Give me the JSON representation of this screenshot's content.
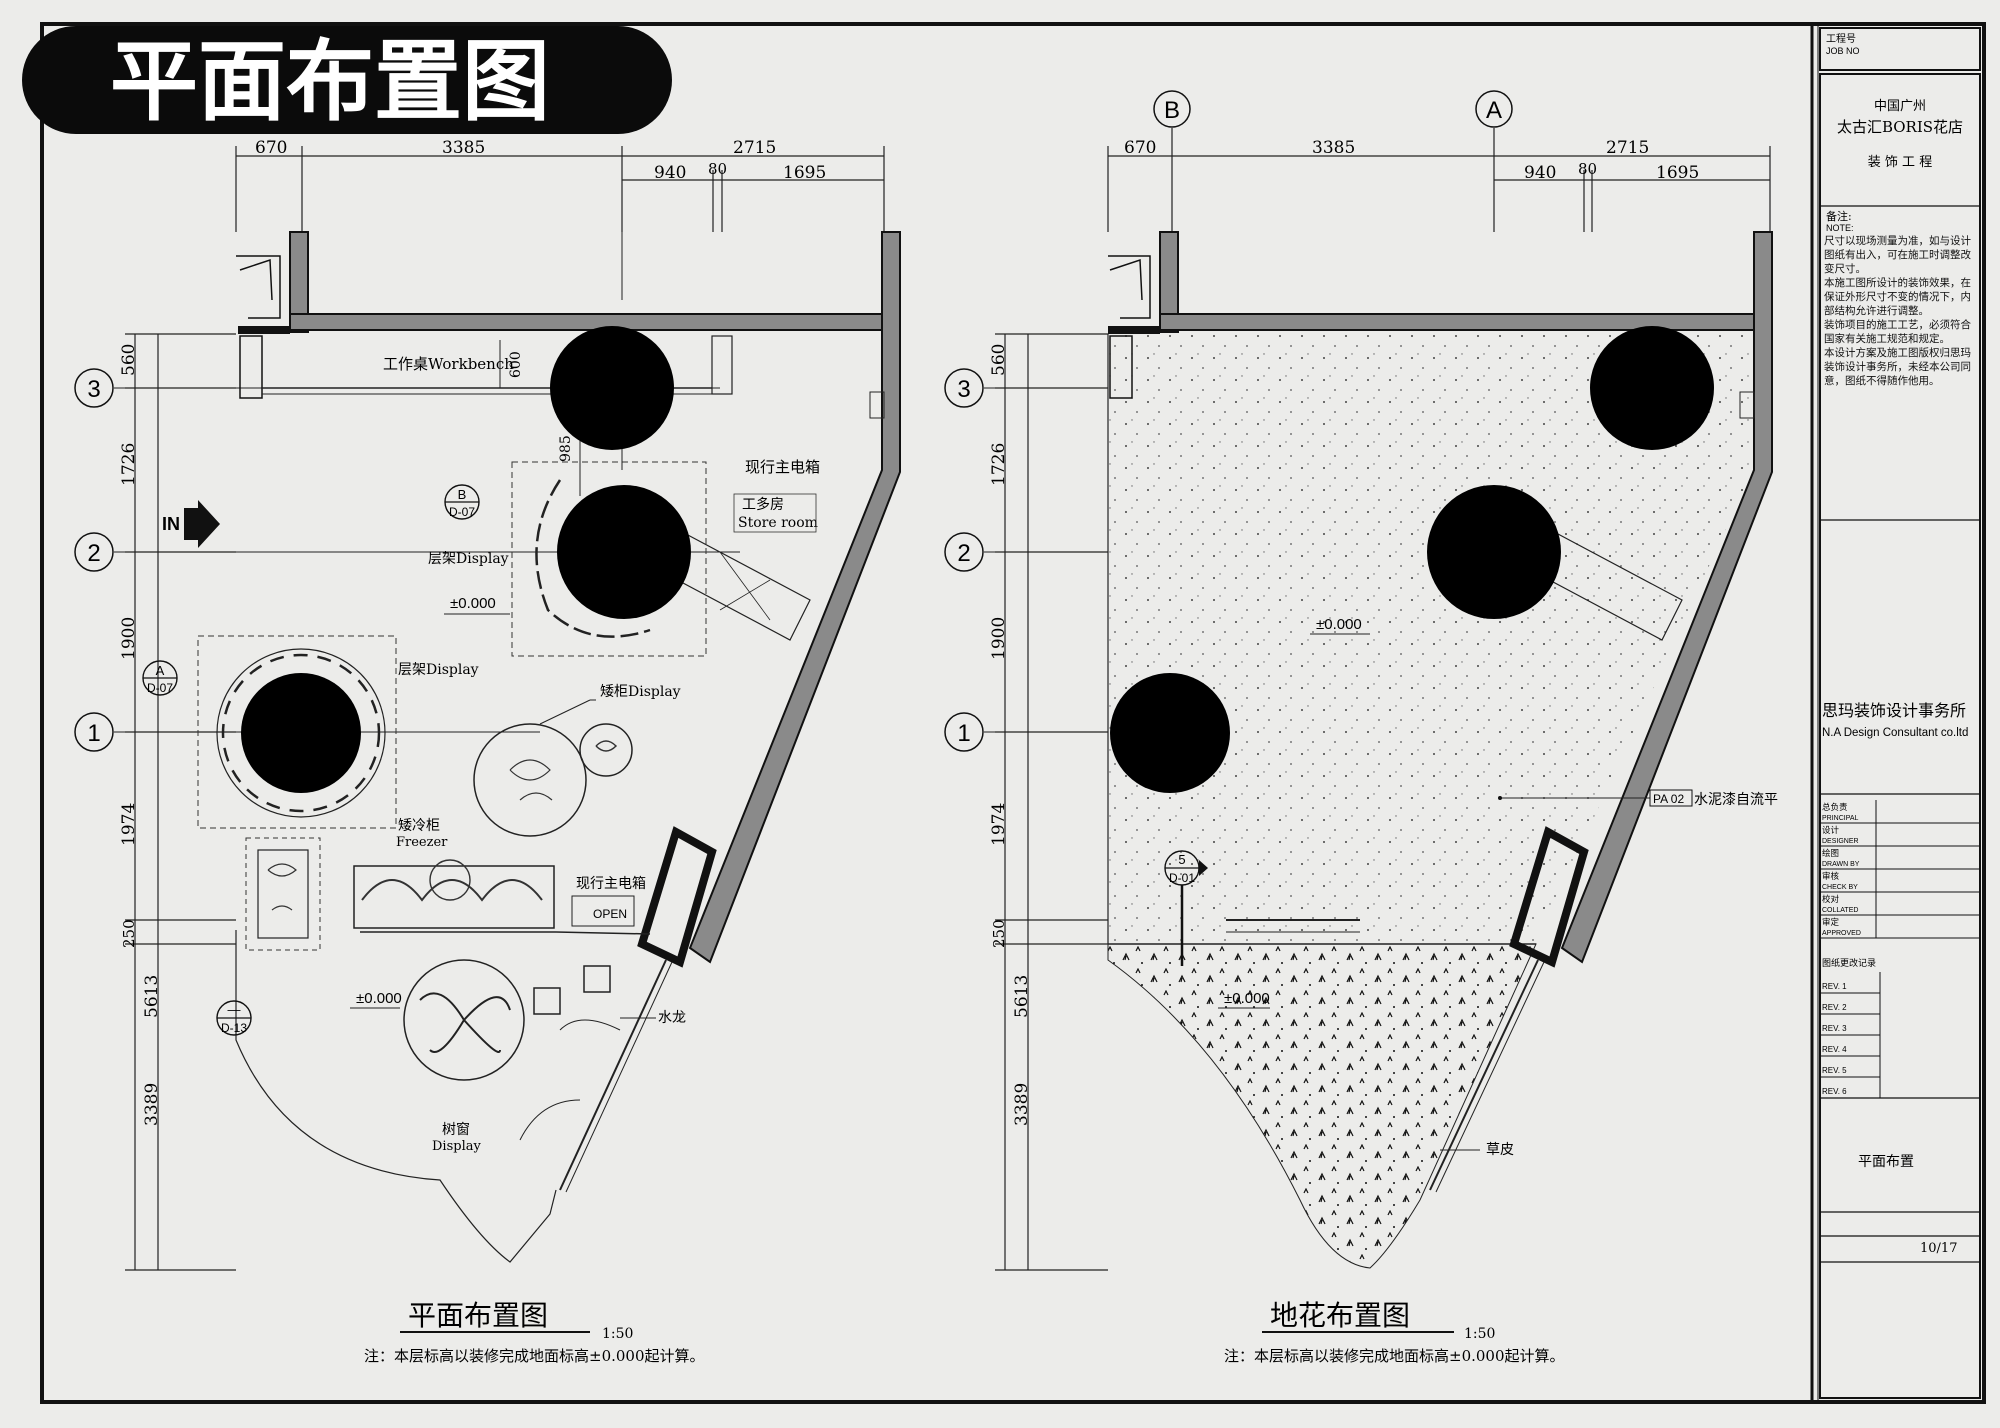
{
  "title_badge": {
    "text": "平面布置图"
  },
  "plans": {
    "left": {
      "title": "平面布置图",
      "scale": "1:50",
      "note": "注：本层标高以装修完成地面标高±0.000起计算。",
      "dims_top_row1": [
        "670",
        "3385",
        "2715"
      ],
      "dims_top_row2": [
        "940",
        "80",
        "1695"
      ],
      "dims_left_row": [
        "560",
        "1726",
        "1900",
        "1974",
        "250",
        "5613",
        "3389"
      ],
      "dim_600": "600",
      "dim_985": "985",
      "grid_axes": [
        "3",
        "2",
        "1"
      ],
      "entry_label": "IN",
      "labels": {
        "workbench": "工作桌Workbench",
        "main_box_top": "现行主电箱",
        "store_cn": "工多房",
        "store_en": "Store room",
        "display_b": "层架Display",
        "display_a": "层架Display",
        "low_display": "矮柜Display",
        "freezer_cn": "矮冷柜",
        "freezer_en": "Freezer",
        "main_box_bottom": "现行主电箱",
        "open": "OPEN",
        "water_tap": "水龙",
        "window_cn": "树窗",
        "window_en": "Display",
        "level_a": "±0.000",
        "level_b": "±0.000"
      },
      "refs": [
        {
          "top": "B",
          "bottom": "D-07"
        },
        {
          "top": "A",
          "bottom": "D-07"
        },
        {
          "top": "—",
          "bottom": "D-13"
        }
      ]
    },
    "right": {
      "title": "地花布置图",
      "scale": "1:50",
      "note": "注：本层标高以装修完成地面标高±0.000起计算。",
      "dims_top_row1": [
        "670",
        "3385",
        "2715"
      ],
      "dims_top_row2": [
        "940",
        "80",
        "1695"
      ],
      "dims_left_row": [
        "560",
        "1726",
        "1900",
        "1974",
        "250",
        "5613",
        "3389"
      ],
      "grid_axes": [
        "3",
        "2",
        "1"
      ],
      "col_axes": [
        "B",
        "A"
      ],
      "labels": {
        "level_a": "±0.000",
        "level_b": "±0.000",
        "cement_code": "PA 02",
        "cement_text": "水泥漆自流平",
        "grass": "草皮"
      },
      "ref": {
        "top": "5",
        "bottom": "D-01"
      }
    }
  },
  "title_block": {
    "job_label": "工程号",
    "job_en": "JOB NO",
    "location": "中国广州",
    "project": "太古汇BORIS花店",
    "project_type": "装  饰  工  程",
    "notes_label": "备注:",
    "notes_en": "NOTE:",
    "notes": [
      "尺寸以现场测量为准，如与设计图纸有出入，可在施工时调整改变尺寸。",
      "本施工图所设计的装饰效果，在保证外形尺寸不变的情况下，内部结构允许进行调整。",
      "装饰项目的施工工艺，必须符合国家有关施工规范和规定。",
      "本设计方案及施工图版权归思玛装饰设计事务所，未经本公司同意，图纸不得随作他用。"
    ],
    "company_cn": "思玛装饰设计事务所",
    "company_en": "N.A Design Consultant co.ltd",
    "rows": [
      {
        "cn": "总负责",
        "en": "PRINCIPAL"
      },
      {
        "cn": "设计",
        "en": "DESIGNER"
      },
      {
        "cn": "绘图",
        "en": "DRAWN BY"
      },
      {
        "cn": "审核",
        "en": "CHECK BY"
      },
      {
        "cn": "校对",
        "en": "COLLATED"
      },
      {
        "cn": "审定",
        "en": "APPROVED"
      }
    ],
    "rev_header": "图纸更改记录",
    "revisions": [
      "REV. 1",
      "REV. 2",
      "REV. 3",
      "REV. 4",
      "REV. 5",
      "REV. 6"
    ],
    "drawing_name": "平面布置",
    "sheet_no": "10/17"
  },
  "colors": {
    "paper": "#ececea",
    "ink": "#111111",
    "wall_fill": "#8a8a8a",
    "grid_line": "#222222"
  }
}
